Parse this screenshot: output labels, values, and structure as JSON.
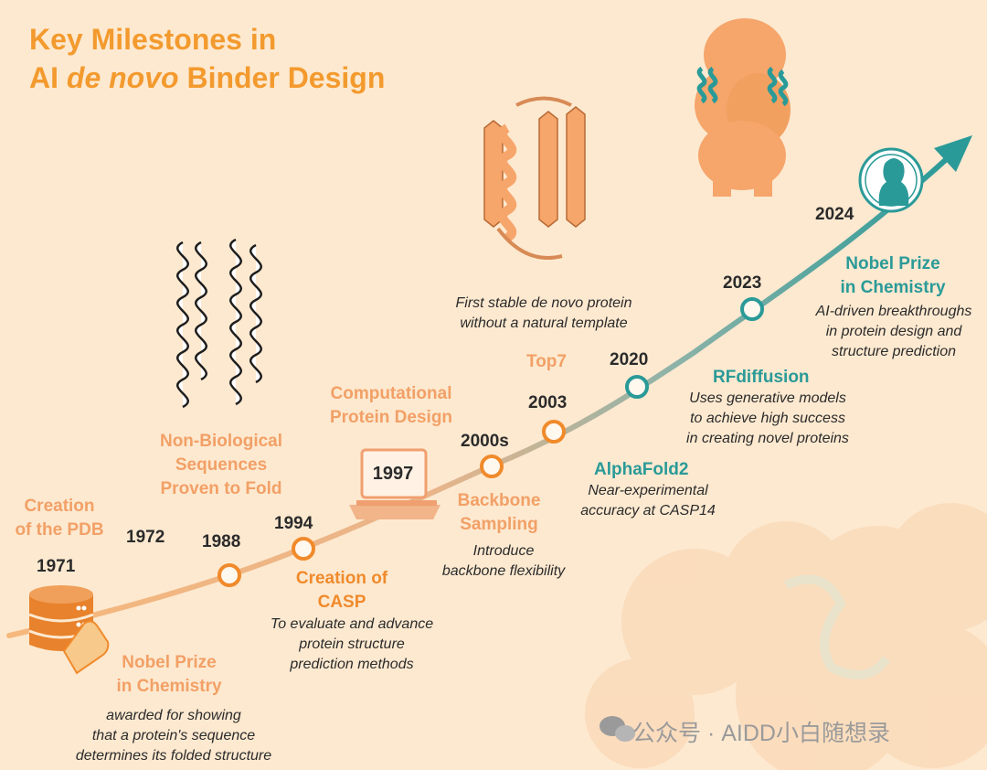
{
  "title": {
    "line1": "Key Milestones in",
    "line2_prefix": "AI ",
    "line2_italic": "de novo",
    "line2_suffix": " Binder Design"
  },
  "milestones": [
    {
      "year": "1971",
      "event": "Creation of the PDB",
      "color": "#f2a066"
    },
    {
      "year": "1972",
      "event": "Nobel Prize in Chemistry",
      "description": "awarded for showing that a protein's sequence determines its folded structure",
      "color": "#f2a066"
    },
    {
      "year": "1988",
      "event": "Non-Biological Sequences Proven to Fold",
      "color": "#f2a066"
    },
    {
      "year": "1994",
      "event": "Creation of CASP",
      "description": "To evaluate and advance protein structure prediction methods",
      "color": "#f08a2b"
    },
    {
      "year": "1997",
      "event": "Computational Protein Design",
      "color": "#f2a066"
    },
    {
      "year": "2000s",
      "event": "Backbone Sampling",
      "description": "Introduce backbone flexibility",
      "color": "#f2a066"
    },
    {
      "year": "2003",
      "event": "Top7",
      "description": "First stable de novo protein without a natural template",
      "color": "#f2a066"
    },
    {
      "year": "2020",
      "event": "AlphaFold2",
      "description": "Near-experimental accuracy at CASP14",
      "color": "#2a9a98"
    },
    {
      "year": "2023",
      "event": "RFdiffusion",
      "description": "Uses generative models to achieve high success in creating novel proteins",
      "color": "#2a9a98"
    },
    {
      "year": "2024",
      "event": "Nobel Prize in Chemistry",
      "description": "AI-driven breakthroughs in protein design and structure prediction",
      "color": "#2a9a98"
    }
  ],
  "labels": {
    "pdb": [
      "Creation",
      "of the PDB"
    ],
    "nobel1972": [
      "Nobel Prize",
      "in Chemistry"
    ],
    "nobel1972_desc": [
      "awarded for showing",
      "that a protein's sequence",
      "determines its folded structure"
    ],
    "nonbio": [
      "Non-Biological",
      "Sequences",
      "Proven to Fold"
    ],
    "casp": [
      "Creation of",
      "CASP"
    ],
    "casp_desc": [
      "To evaluate and advance",
      "protein structure",
      "prediction methods"
    ],
    "comp": [
      "Computational",
      "Protein Design"
    ],
    "backbone": [
      "Backbone",
      "Sampling"
    ],
    "backbone_desc": [
      "Introduce",
      "backbone flexibility"
    ],
    "top7": "Top7",
    "top7_desc": [
      "First stable de novo protein",
      "without a natural template"
    ],
    "af2": "AlphaFold2",
    "af2_desc": [
      "Near-experimental",
      "accuracy at CASP14"
    ],
    "rfd": "RFdiffusion",
    "rfd_desc": [
      "Uses generative models",
      "to achieve high success",
      "in creating novel proteins"
    ],
    "nobel2024": [
      "Nobel Prize",
      "in Chemistry"
    ],
    "nobel2024_desc": [
      "AI-driven breakthroughs",
      "in protein design and",
      "structure prediction"
    ]
  },
  "watermark": "公众号 · AIDD小白随想录",
  "icons": [
    "database-icon",
    "hand-icon",
    "laptop-icon",
    "nobel-medal-icon",
    "helix-bundle-icon",
    "top7-ribbon-icon",
    "binder-complex-icon",
    "arrow-head-icon",
    "wechat-icon"
  ],
  "colors": {
    "background": "#fde9d0",
    "title": "#f39a2e",
    "early_line": "#f6b87c",
    "late_line": "#2a9a98",
    "node_orange": "#f08a2b",
    "node_teal": "#2a9a98"
  }
}
